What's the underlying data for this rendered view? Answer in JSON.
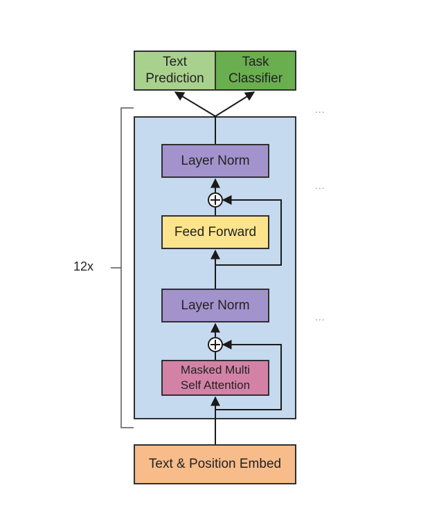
{
  "outputs": {
    "text_prediction": "Text\nPrediction",
    "task_classifier": "Task\nClassifier"
  },
  "block": {
    "repeat_label": "12x",
    "layer_norm_top": "Layer Norm",
    "feed_forward": "Feed Forward",
    "layer_norm_bottom": "Layer Norm",
    "attention": "Masked Multi\nSelf Attention"
  },
  "input": {
    "embed": "Text & Position Embed"
  },
  "ellipses": [
    "...",
    "...",
    "..."
  ],
  "colors": {
    "text_prediction": "#a8d18d",
    "task_classifier": "#6aaf4f",
    "block_background": "#c5d9ef",
    "layer_norm": "#a393cc",
    "feed_forward": "#fce48d",
    "attention": "#d382a6",
    "embed": "#f7bc8a"
  }
}
